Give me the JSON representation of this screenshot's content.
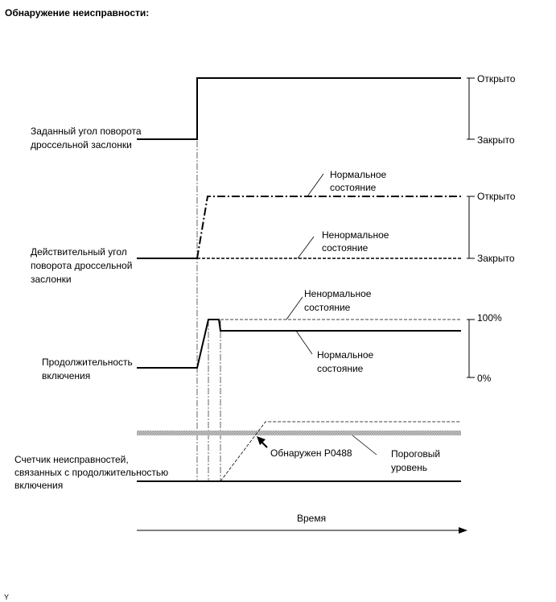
{
  "title": "Обнаружение неисправности:",
  "corner_mark": "Y",
  "colors": {
    "line": "#000000",
    "threshold_band": "#bdbdbd",
    "background": "#ffffff"
  },
  "rows": {
    "target_angle": {
      "label": [
        "Заданный угол поворота",
        "дроссельной заслонки"
      ],
      "scale_top": "Открыто",
      "scale_bottom": "Закрыто"
    },
    "actual_angle": {
      "label": [
        "Действительный угол",
        "поворота дроссельной",
        "заслонки"
      ],
      "scale_top": "Открыто",
      "scale_bottom": "Закрыто",
      "normal_state": [
        "Нормальное",
        "состояние"
      ],
      "abnormal_state": [
        "Ненормальное",
        "состояние"
      ]
    },
    "duty": {
      "label": [
        "Продолжительность",
        "включения"
      ],
      "scale_top": "100%",
      "scale_bottom": "0%",
      "abnormal_state": [
        "Ненормальное",
        "состояние"
      ],
      "normal_state": [
        "Нормальное",
        "состояние"
      ]
    },
    "counter": {
      "label": [
        "Счетчик неисправностей,",
        "связанных с продолжительностью",
        "включения"
      ],
      "detected": "Обнаружен P0488",
      "threshold": [
        "Пороговый",
        "уровень"
      ]
    }
  },
  "time_axis_label": "Время"
}
